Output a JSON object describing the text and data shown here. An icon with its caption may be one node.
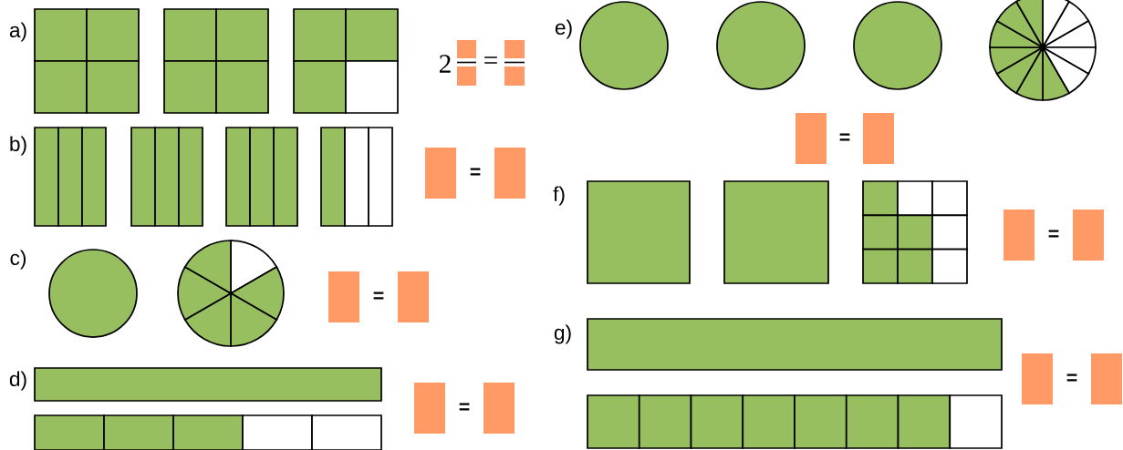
{
  "diagram": {
    "labels": [
      "a)",
      "2",
      "=",
      "b)",
      "=",
      "c)",
      "=",
      "d)",
      "=",
      "e)",
      "=",
      "f)",
      "=",
      "g)",
      "="
    ]
  }
}
